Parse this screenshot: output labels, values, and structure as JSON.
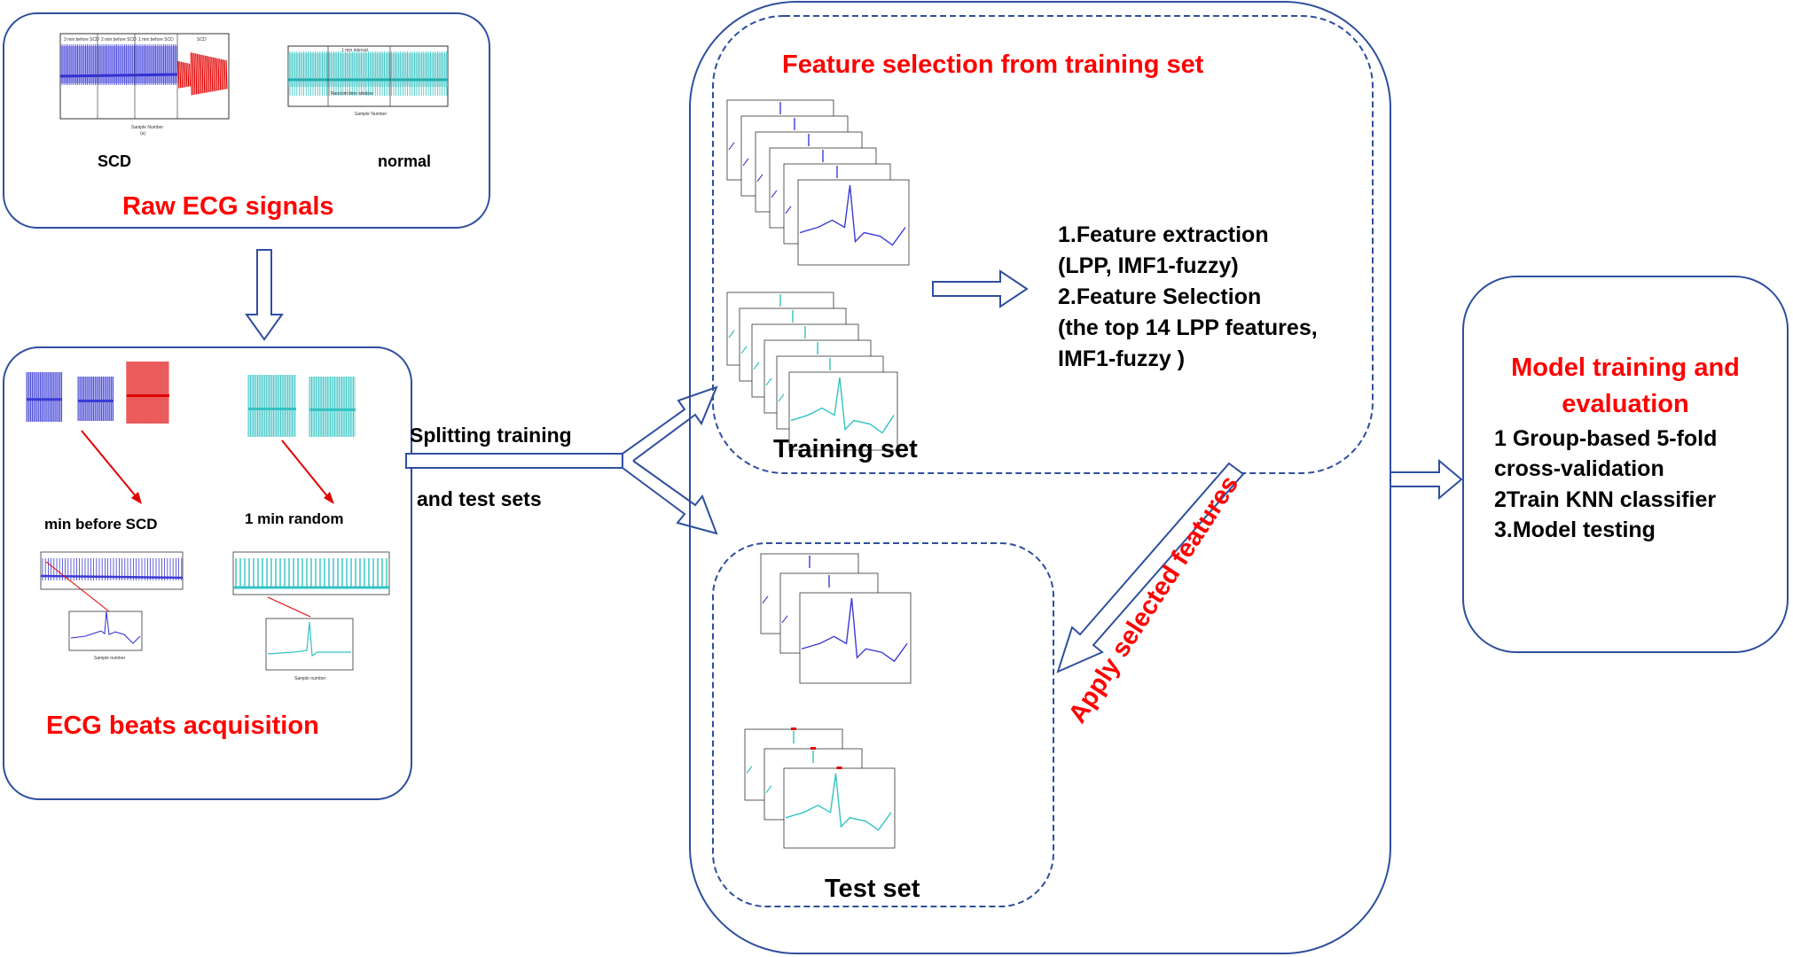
{
  "raw": {
    "title": "Raw ECG signals",
    "label_scd": "SCD",
    "label_normal": "normal",
    "scd_segment_labels": [
      "3 min before SCD",
      "2 min before SCD",
      "1 min before SCD",
      "SCD"
    ],
    "scd_axis_xlabel": "Sample Number",
    "scd_panel_tag": "(a)",
    "normal_interval_label": "1 min interval",
    "normal_window_label": "Random time window",
    "normal_axis_xlabel": "Sample Number"
  },
  "beats": {
    "title": "ECG beats acquisition",
    "label_scd": "min before SCD",
    "label_normal": "1 min random",
    "left_inset_xlabel": "Sample number",
    "right_inset_xlabel": "Sample number"
  },
  "split": {
    "line1": "Splitting training",
    "line2": "and test sets"
  },
  "feature": {
    "title": "Feature selection from training set",
    "steps": [
      "1.Feature extraction",
      "(LPP, IMF1-fuzzy)",
      "2.Feature Selection",
      "(the top 14 LPP features,",
      "IMF1-fuzzy )"
    ],
    "training_label": "Training set",
    "test_label": "Test set"
  },
  "apply": {
    "label": "Apply selected features"
  },
  "model": {
    "title_line1": "Model training and",
    "title_line2": "evaluation",
    "steps": [
      "1 Group-based 5-fold",
      "cross-validation",
      "2Train KNN classifier",
      "3.Model testing"
    ]
  },
  "colors": {
    "box_border": "#2e4f9e",
    "title_red": "#ff0000",
    "scd_blue": "#3b3bd6",
    "scd_red": "#e00000",
    "normal_cyan": "#33c2c2"
  }
}
